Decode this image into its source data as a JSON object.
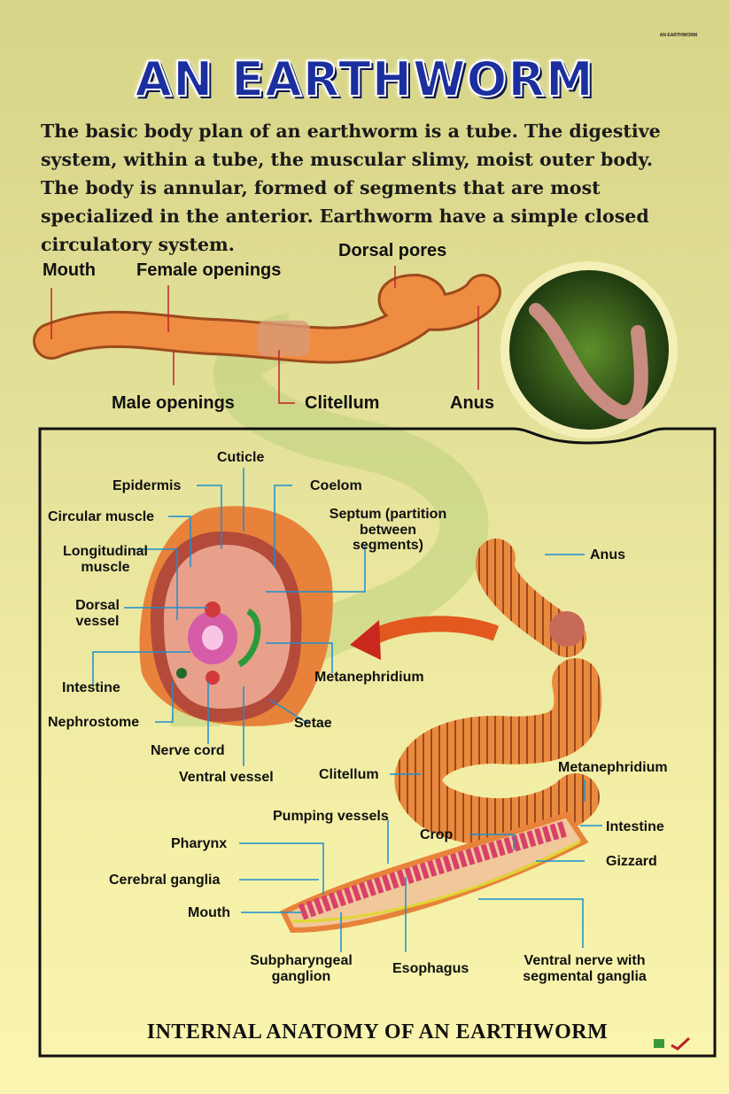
{
  "corner_label": "AN EARTHWORM",
  "title": "AN EARTHWORM",
  "intro": "The basic body plan of an earthworm is a tube. The digestive system, within a tube, the muscular slimy, moist outer body. The body is annular, formed of segments that are most specialized in the anterior. Earthworm have a simple closed circulatory system.",
  "external_labels": {
    "mouth": "Mouth",
    "female_openings": "Female openings",
    "dorsal_pores": "Dorsal pores",
    "male_openings": "Male openings",
    "clitellum": "Clitellum",
    "anus": "Anus"
  },
  "cross_section_labels": {
    "cuticle": "Cuticle",
    "epidermis": "Epidermis",
    "coelom": "Coelom",
    "circular_muscle": "Circular muscle",
    "septum": "Septum (partition between segments)",
    "longitudinal_muscle": "Longitudinal muscle",
    "dorsal_vessel": "Dorsal vessel",
    "intestine": "Intestine",
    "metanephridium": "Metanephridium",
    "nephrostome": "Nephrostome",
    "setae": "Setae",
    "nerve_cord": "Nerve cord",
    "ventral_vessel": "Ventral vessel",
    "anus": "Anus"
  },
  "internal_labels": {
    "clitellum": "Clitellum",
    "metanephridium": "Metanephridium",
    "pumping_vessels": "Pumping vessels",
    "crop": "Crop",
    "intestine": "Intestine",
    "pharynx": "Pharynx",
    "gizzard": "Gizzard",
    "cerebral_ganglia": "Cerebral ganglia",
    "mouth": "Mouth",
    "subpharyngeal": "Subpharyngeal ganglion",
    "esophagus": "Esophagus",
    "ventral_nerve": "Ventral nerve with segmental ganglia"
  },
  "bottom_title": "INTERNAL ANATOMY OF AN EARTHWORM",
  "colors": {
    "title": "#1b2f9e",
    "worm": "#e8823a",
    "leader_blue": "#1a8fd0",
    "leader_red": "#c0222a"
  }
}
